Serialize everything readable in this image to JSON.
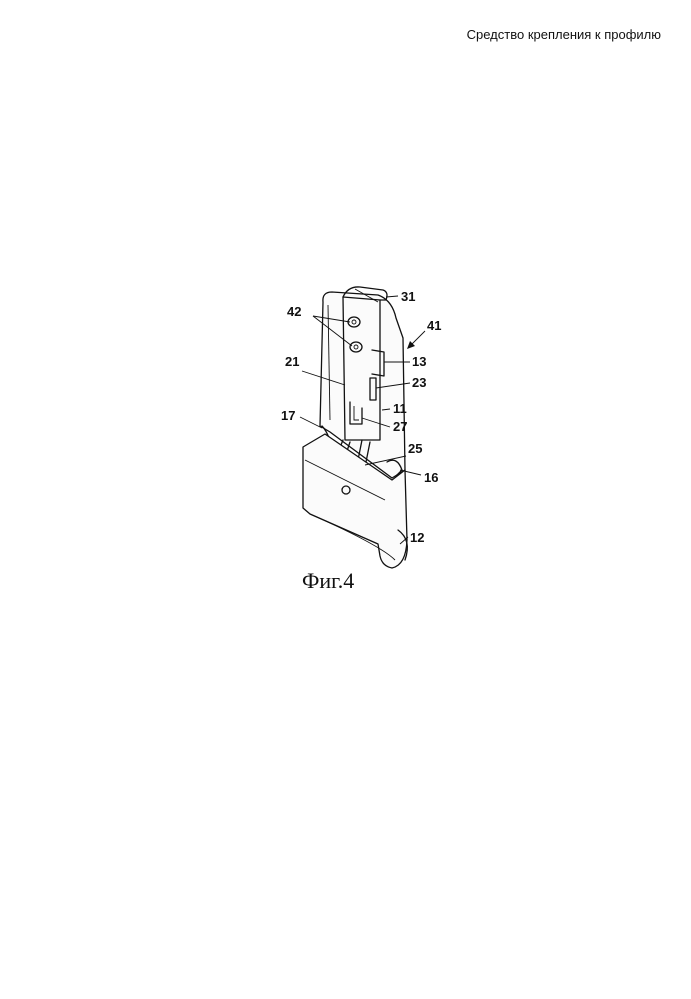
{
  "page": {
    "header_title": "Средство крепления к профилю",
    "caption": "Фиг.4"
  },
  "figure": {
    "labels": {
      "l31": "31",
      "l42": "42",
      "l41": "41",
      "l21": "21",
      "l13": "13",
      "l23": "23",
      "l11": "11",
      "l17": "17",
      "l27": "27",
      "l25": "25",
      "l16": "16",
      "l12": "12"
    }
  }
}
